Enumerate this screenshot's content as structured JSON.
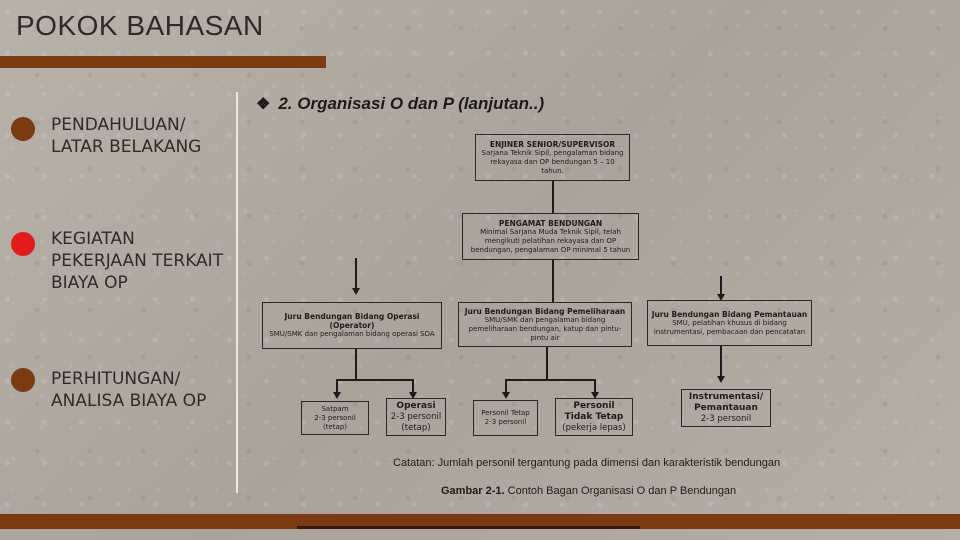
{
  "title": "POKOK BAHASAN",
  "sidebar": {
    "items": [
      {
        "label": "PENDAHULUAN/ LATAR BELAKANG",
        "bullet_color": "#7a3a12"
      },
      {
        "label": "KEGIATAN PEKERJAAN TERKAIT BIAYA OP",
        "bullet_color": "#e31b1b"
      },
      {
        "label": "PERHITUNGAN/ ANALISA BIAYA OP",
        "bullet_color": "#7a3a12"
      }
    ]
  },
  "main": {
    "subtitle_bullet": "❖",
    "subtitle": "2.  Organisasi O dan P (lanjutan..)",
    "org": {
      "engineer": {
        "head": "ENJINER SENIOR/SUPERVISOR",
        "desc": "Sarjana Teknik Sipil, pengalaman bidang rekayasa dan OP bendungan 5 – 10 tahun."
      },
      "observer": {
        "head": "PENGAMAT BENDUNGAN",
        "desc": "Minimal Sarjana Muda Teknik Sipil, telah mengikuti pelatihan rekayasa dan OP bendungan, pengalaman OP minimal 5 tahun"
      },
      "operasi": {
        "head": "Juru Bendungan Bidang Operasi (Operator)",
        "desc": "SMU/SMK dan pengalaman bidang operasi SDA"
      },
      "pemeliharaan": {
        "head": "Juru Bendungan Bidang Pemeliharaan",
        "desc": "SMU/SMK dan pengalaman bidang pemeliharaan bendungan, katup dan pintu-pintu air"
      },
      "pemantauan": {
        "head": "Juru Bendungan Bidang Pemantauan",
        "desc": "SMU, pelatihan khusus di bidang instrumentasi, pembacaan dan pencatatan"
      },
      "satpam": {
        "line1": "Satpam",
        "line2": "2-3 personil",
        "line3": "(tetap)"
      },
      "operasi_staff": {
        "line1": "Operasi",
        "line2": "2-3 personil",
        "line3": "(tetap)"
      },
      "personil_tetap": {
        "line1": "Personil Tetap",
        "line2": "2-3 personil"
      },
      "personil_tidak_tetap": {
        "line1": "Personil Tidak Tetap",
        "line2": "(pekerja lepas)"
      },
      "instrumentasi": {
        "line1": "Instrumentasi/ Pemantauan",
        "line2": "2-3 personil"
      }
    },
    "note": "Catatan: Jumlah personil tergantung pada dimensi dan karakteristik bendungan",
    "caption_bold": "Gambar 2-1.",
    "caption_rest": " Contoh Bagan Organisasi O dan P Bendungan"
  }
}
